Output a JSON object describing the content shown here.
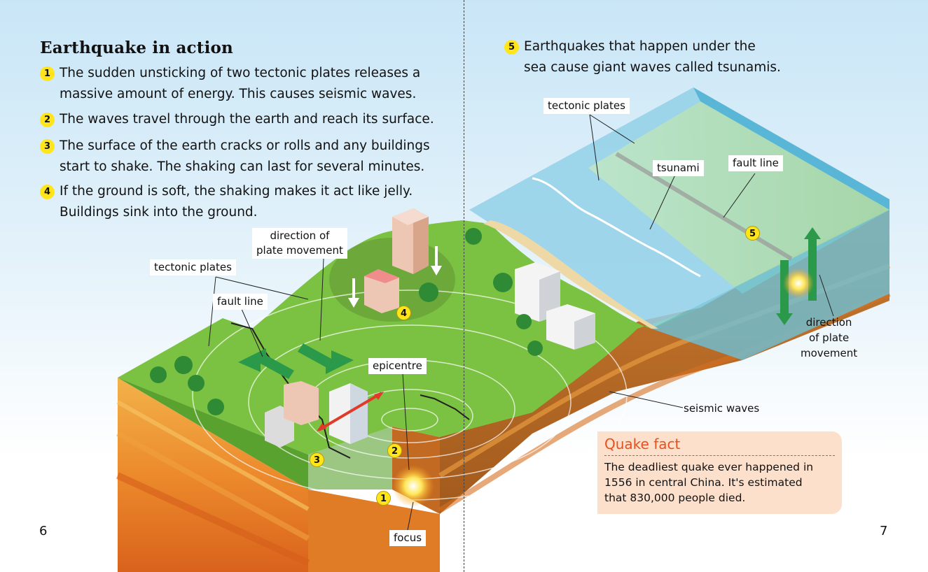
{
  "heading": "Earthquake in action",
  "steps": [
    {
      "num": "1",
      "text": "The sudden unsticking of two tectonic plates releases a\nmassive amount of energy. This causes seismic waves."
    },
    {
      "num": "2",
      "text": "The waves travel through the earth and reach its surface."
    },
    {
      "num": "3",
      "text": "The surface of the earth cracks or rolls and any buildings\nstart to shake. The shaking can last for several minutes."
    },
    {
      "num": "4",
      "text": "If the ground is soft, the shaking makes it act like jelly.\nBuildings sink into the ground."
    },
    {
      "num": "5",
      "text": "Earthquakes that happen under the\nsea cause giant waves called tsunamis."
    }
  ],
  "labels": {
    "tectonic_left": "tectonic plates",
    "fault_left": "fault line",
    "direction_left": "direction of\nplate movement",
    "epicentre": "epicentre",
    "focus": "focus",
    "tectonic_right": "tectonic plates",
    "tsunami": "tsunami",
    "fault_right": "fault line",
    "direction_right": "direction\nof plate\nmovement",
    "seismic": "seismic waves"
  },
  "diagram_markers": [
    "1",
    "2",
    "3",
    "4",
    "5"
  ],
  "fact": {
    "title": "Quake fact",
    "body": "The deadliest quake ever happened in\n1556 in central China. It's estimated\nthat 830,000 people died."
  },
  "page_left": "6",
  "page_right": "7",
  "colors": {
    "grass": "#7cc242",
    "earth": "#e88a2a",
    "sea": "#7fcde8",
    "marker": "#ffe51a",
    "accent": "#e8501e"
  }
}
